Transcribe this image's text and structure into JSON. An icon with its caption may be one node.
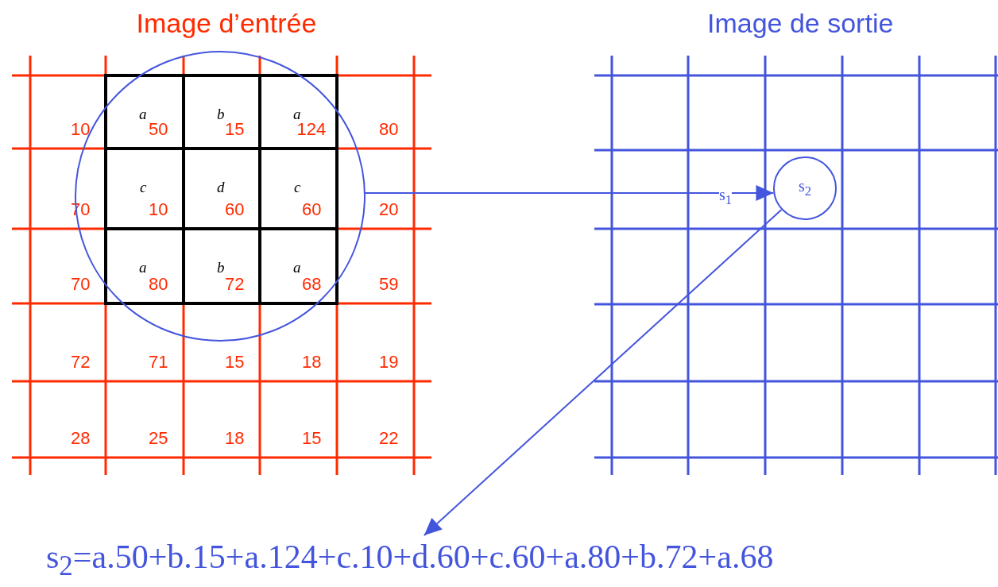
{
  "diagram": {
    "nodes": [
      {
        "text": [],
        "shape": "circle"
      },
      {
        "text": [
          "s$_{2}$"
        ]
      },
      {
        "text": [
          "s$_{2}$=a.50+b.15+a.124+c.10+d.60+c.60+a.80+b.72+a.68"
        ]
      }
    ],
    "edges": [
      {
        "from": 0,
        "to": 1,
        "arrow": "to",
        "label": "s$_{1}$"
      },
      {
        "from": 1,
        "to": 2,
        "arrow": "to"
      }
    ],
    "labels": [
      "Image d’entrée",
      "Image de sortie",
      "10",
      "a",
      "50",
      "b",
      "15",
      "a",
      "124",
      "80",
      "70",
      "c",
      "10",
      "d",
      "60",
      "c",
      "60",
      "20",
      "70",
      "a",
      "80",
      "b",
      "72",
      "a",
      "68",
      "59",
      "72",
      "71",
      "15",
      "18",
      "19",
      "28",
      "25",
      "18",
      "15",
      "22"
    ]
  }
}
